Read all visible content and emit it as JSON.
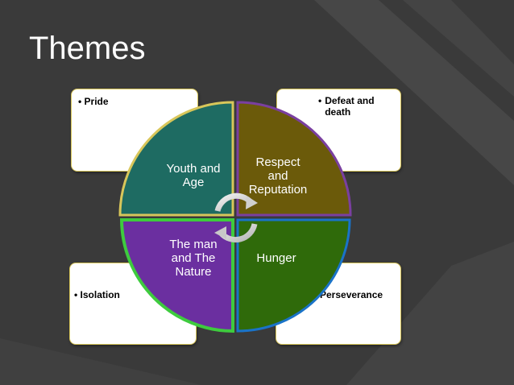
{
  "slide": {
    "title": "Themes"
  },
  "corner_boxes": [
    {
      "bullet": "•",
      "text": "Pride"
    },
    {
      "bullet": "•",
      "text": "Defeat and death"
    },
    {
      "bullet": "•",
      "text": "Isolation"
    },
    {
      "bullet": "•",
      "text": "Perseverance"
    }
  ],
  "quadrants": [
    {
      "label": "Youth and Age",
      "color": "#1e6b62",
      "border": "#d8c65a"
    },
    {
      "label": "Respect and Reputation",
      "color": "#6b5a0a",
      "border": "#7a3fa0"
    },
    {
      "label": "The man and The Nature",
      "color": "#6b2fa0",
      "border": "#3ecb3e"
    },
    {
      "label": "Hunger",
      "color": "#2f6a0a",
      "border": "#1a73c8"
    }
  ],
  "colors": {
    "background": "#3a3a3a",
    "stripe": "#474747",
    "box_border": "#d8c65a"
  },
  "icons": {
    "center": "circular-arrows-icon"
  }
}
